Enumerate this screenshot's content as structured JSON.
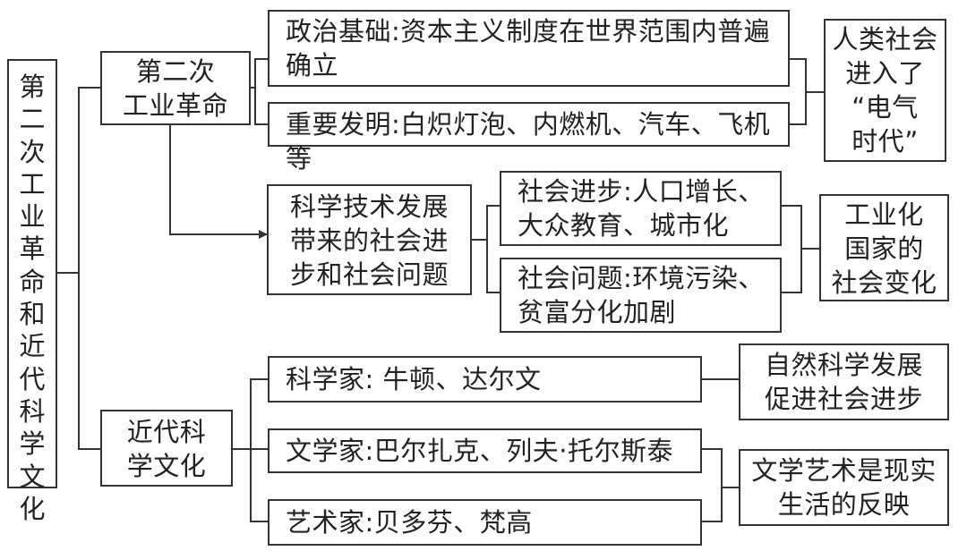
{
  "root": {
    "label": "第\n二\n次\n工\n业\n革\n命\n和\n近\n代\n科\n学\n文\n化"
  },
  "branch1": {
    "label": "第二次\n工业革命",
    "items": [
      {
        "text": "政治基础:资本主义制度在世界范围内普遍\n确立"
      },
      {
        "text": "重要发明:白炽灯泡、内燃机、汽车、飞机等"
      }
    ],
    "result": "人类社会\n进入了\n“电气\n时代”"
  },
  "branch2": {
    "label": "科学技术发展\n带来的社会进\n步和社会问题",
    "items": [
      {
        "text": "社会进步:人口增长、\n大众教育、城市化"
      },
      {
        "text": "社会问题:环境污染、\n贫富分化加剧"
      }
    ],
    "result": "工业化\n国家的\n社会变化"
  },
  "branch3": {
    "label": "近代科\n学文化",
    "items": [
      {
        "text": "科学家: 牛顿、达尔文"
      },
      {
        "text": "文学家:巴尔扎克、列夫·托尔斯泰"
      },
      {
        "text": "艺术家:贝多芬、梵高"
      }
    ],
    "results": [
      {
        "text": "自然科学发展\n促进社会进步"
      },
      {
        "text": "文学艺术是现实\n生活的反映"
      }
    ]
  }
}
